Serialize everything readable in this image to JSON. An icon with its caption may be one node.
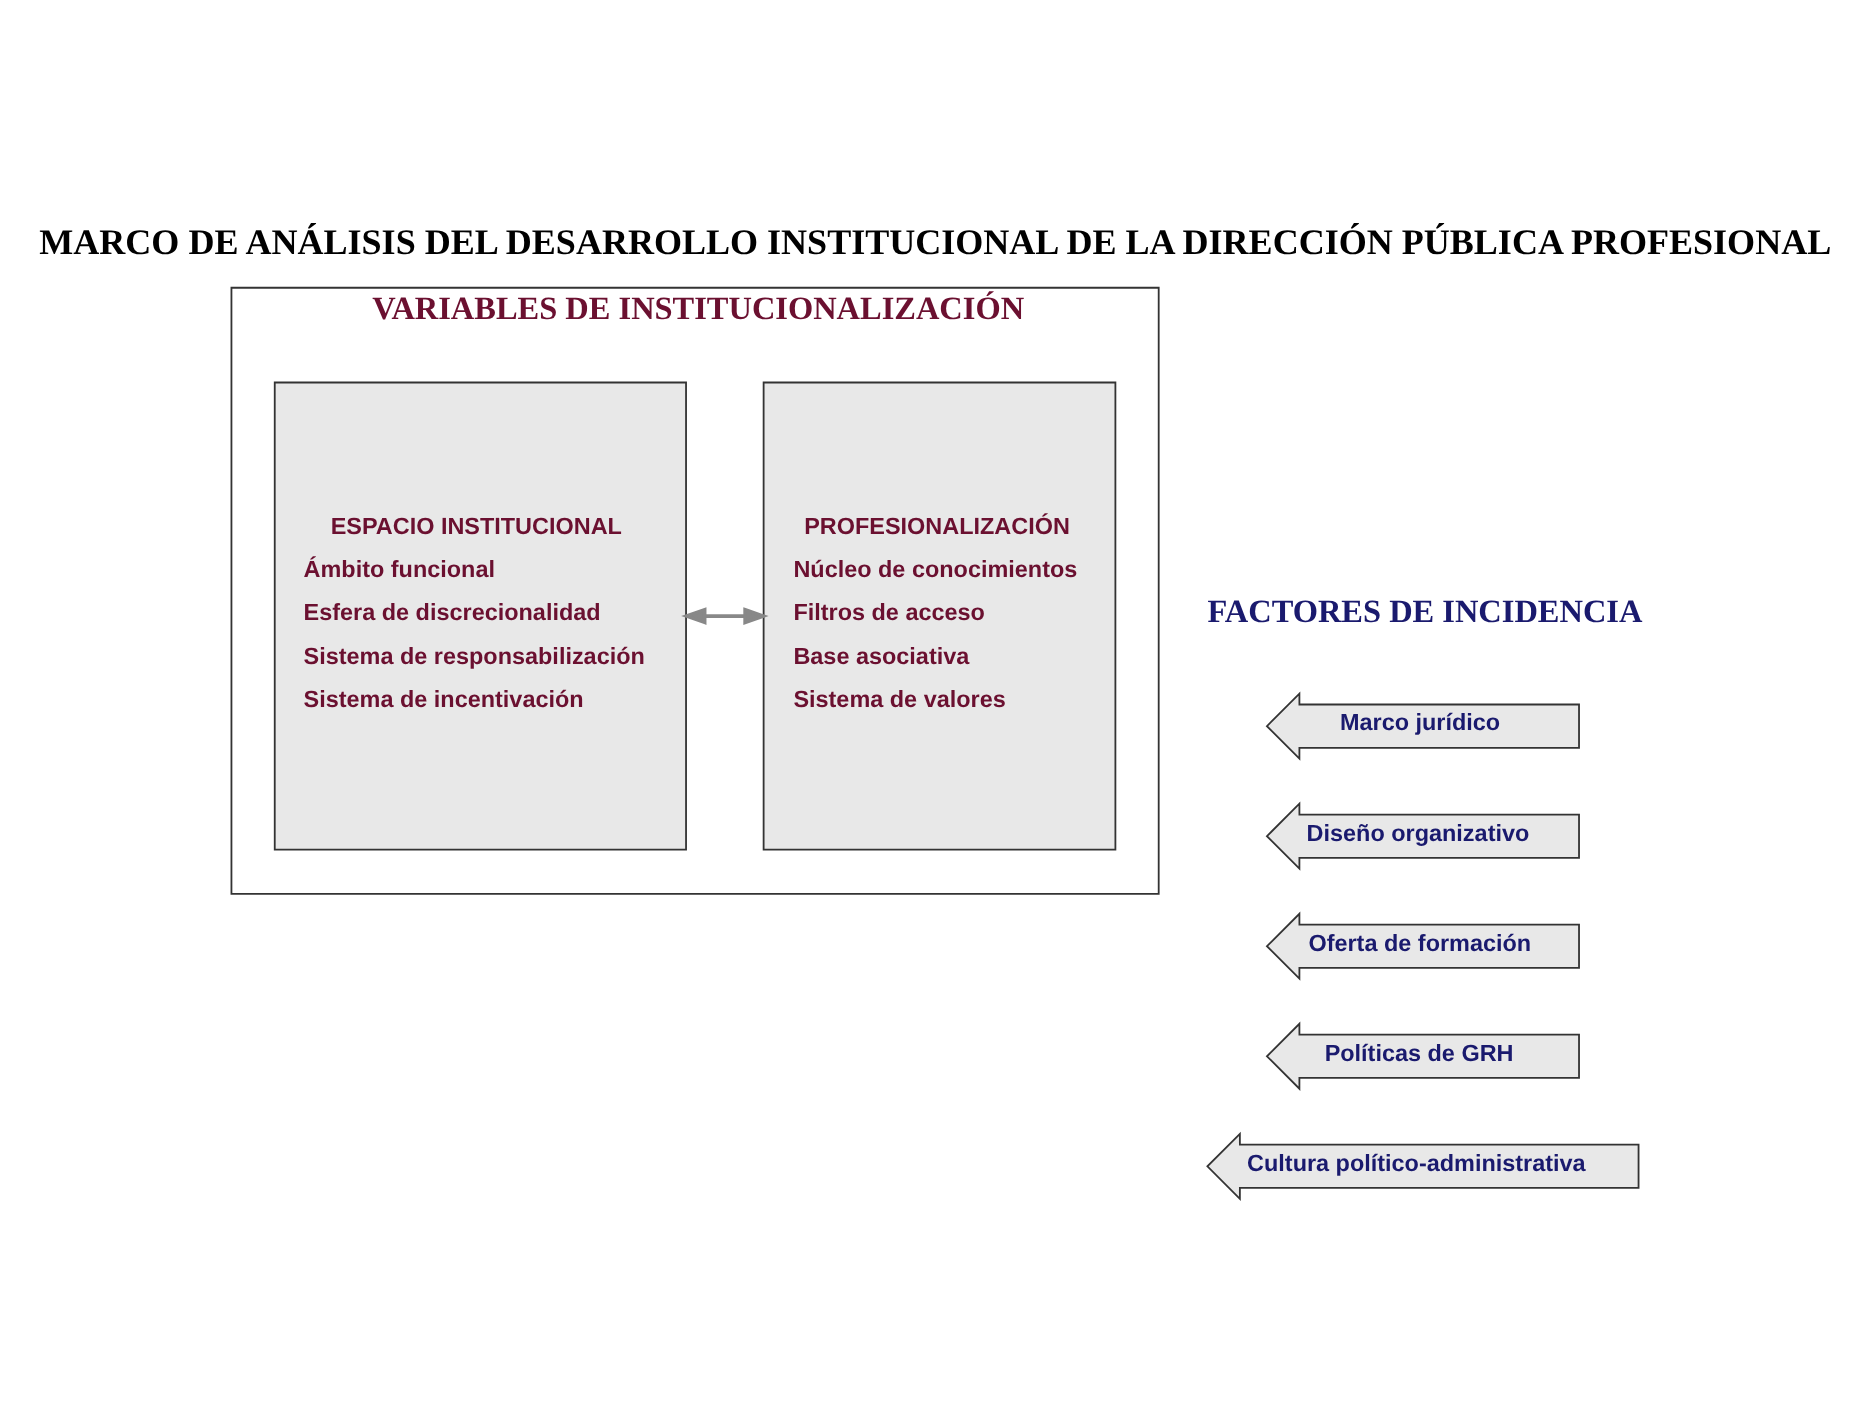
{
  "diagram": {
    "title": "MARCO DE ANÁLISIS DEL DESARROLLO INSTITUCIONAL DE LA DIRECCIÓN PÚBLICA PROFESIONAL",
    "nodes": [
      {
        "text": [
          "VARIABLES DE INSTITUCIONALIZACIÓN"
        ]
      },
      {
        "text": [
          "ESPACIO INSTITUCIONAL",
          "Ámbito funcional",
          "Esfera de discrecionalidad",
          "Sistema de responsabilización",
          "Sistema de incentivación"
        ],
        "in": 0
      },
      {
        "text": [
          "PROFESIONALIZACIÓN",
          "Núcleo de conocimientos",
          "Filtros de acceso",
          "Base asociativa",
          "Sistema de valores"
        ],
        "in": 0
      },
      {
        "text": [
          "Marco jurídico"
        ]
      },
      {
        "text": [
          "Diseño organizativo"
        ]
      },
      {
        "text": [
          "Oferta de formación"
        ]
      },
      {
        "text": [
          "Políticas de GRH"
        ]
      },
      {
        "text": [
          "Cultura político-administrativa"
        ]
      }
    ],
    "edges": [
      {
        "from": 1,
        "to": 2,
        "arrow": "both"
      }
    ],
    "labels": [
      "FACTORES DE INCIDENCIA"
    ]
  }
}
